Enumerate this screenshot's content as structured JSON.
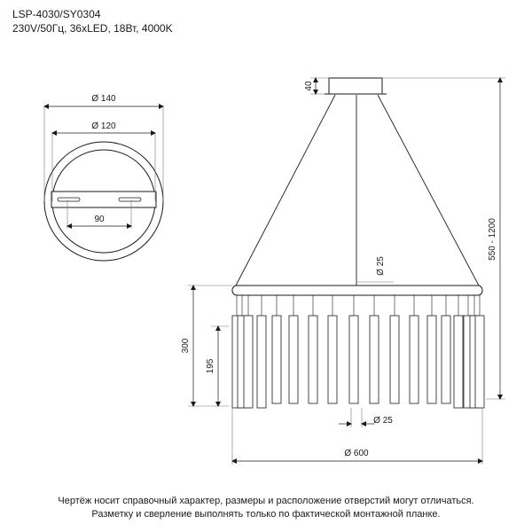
{
  "header": {
    "model": "LSP-4030/SY0304",
    "specs": "230V/50Гц, 36xLED, 18Вт, 4000K"
  },
  "top_view": {
    "outer_diameter": "Ø 140",
    "inner_diameter": "Ø 120",
    "mount_spacing": "90"
  },
  "side_view": {
    "canopy_height": "40",
    "cable_diameter": "Ø 25",
    "suspension_length": "550 - 1200",
    "total_height": "300",
    "rod_height": "195",
    "rod_diameter": "Ø 25",
    "width": "Ø 600"
  },
  "footer": {
    "note_line1": "Чертёж носит справочный характер, размеры и расположение отверстий могут отличаться.",
    "note_line2": "Разметку и сверление выполнять только по фактической монтажной планке."
  }
}
